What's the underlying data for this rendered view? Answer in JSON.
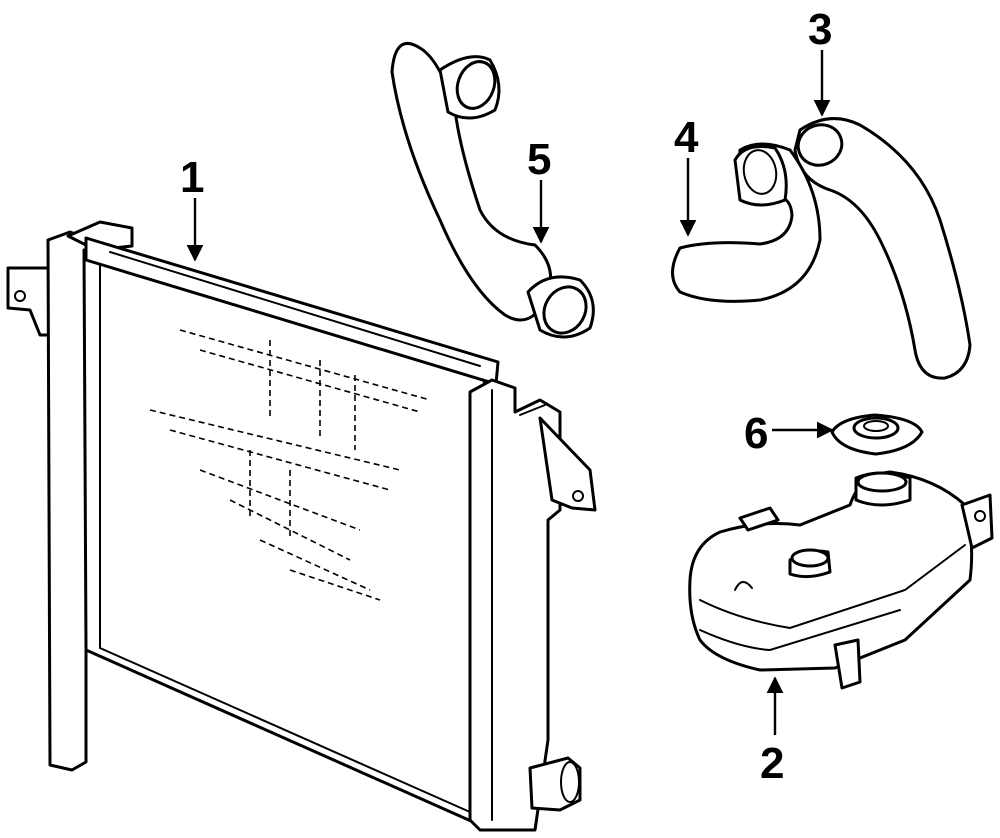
{
  "callouts": [
    {
      "id": "radiator",
      "number": "1"
    },
    {
      "id": "reservoir",
      "number": "2"
    },
    {
      "id": "upper-hose",
      "number": "3"
    },
    {
      "id": "lower-hose",
      "number": "4"
    },
    {
      "id": "bypass-hose",
      "number": "5"
    },
    {
      "id": "reservoir-cap",
      "number": "6"
    }
  ],
  "colors": {
    "ink": "#000000",
    "paper": "#ffffff"
  }
}
